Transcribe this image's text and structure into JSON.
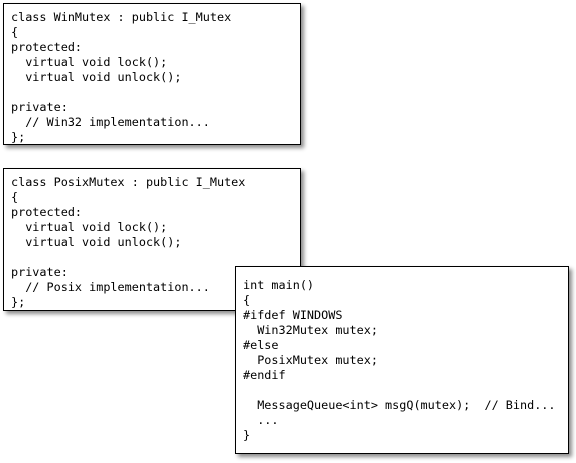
{
  "winmutex_box": {
    "lines": [
      "class WinMutex : public I_Mutex",
      "{",
      "protected:",
      "  virtual void lock();",
      "  virtual void unlock();",
      "",
      "private:",
      "  // Win32 implementation...",
      "};"
    ]
  },
  "posixmutex_box": {
    "lines": [
      "class PosixMutex : public I_Mutex",
      "{",
      "protected:",
      "  virtual void lock();",
      "  virtual void unlock();",
      "",
      "private:",
      "  // Posix implementation...",
      "};"
    ]
  },
  "main_box": {
    "lines": [
      "int main()",
      "{",
      "#ifdef WINDOWS",
      "  Win32Mutex mutex;",
      "#else",
      "  PosixMutex mutex;",
      "#endif",
      "",
      "  MessageQueue<int> msgQ(mutex);  // Bind...",
      "  ...",
      "}"
    ]
  }
}
